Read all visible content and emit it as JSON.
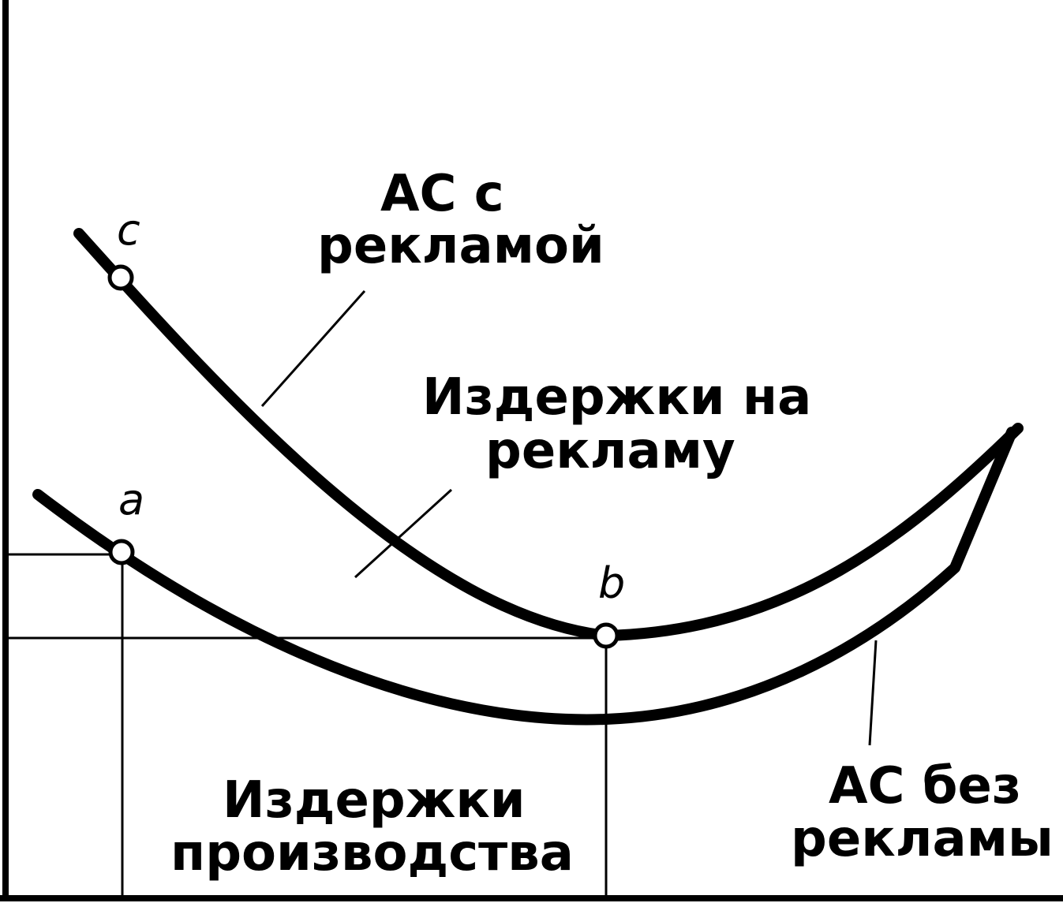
{
  "labels": {
    "ac_with_ads": [
      "AC с",
      "рекламой"
    ],
    "ad_costs": [
      "Издержки на",
      "рекламу"
    ],
    "ac_without_ads": [
      "AC без",
      "рекламы"
    ],
    "production_costs": [
      "Издержки",
      "производства"
    ]
  },
  "points": {
    "a": "a",
    "b": "b",
    "c": "c"
  },
  "colors": {
    "ink": "#000000",
    "background": "#ffffff"
  }
}
